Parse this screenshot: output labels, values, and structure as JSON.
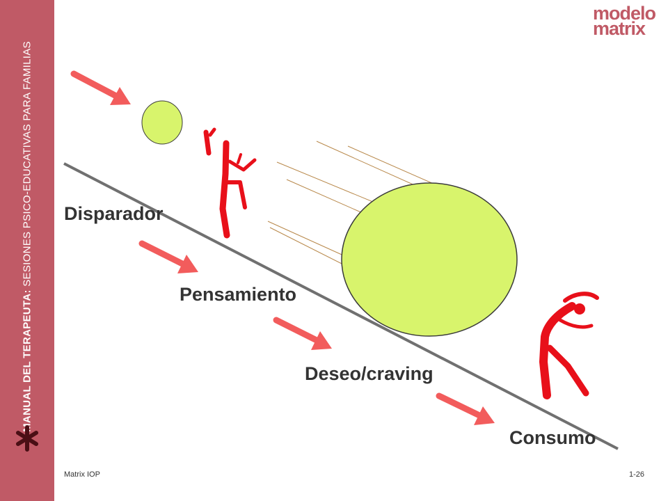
{
  "sidebar": {
    "title_bold": "MANUAL DEL TERAPEUTA:",
    "title_rest": " SESIONES PSICO-EDUCATIVAS PARA FAMILIAS",
    "asterisk_icon": "asterisk-icon",
    "color": "#c05a66"
  },
  "logo": {
    "line1": "modelo",
    "line2": "matrix",
    "color": "#c05a66"
  },
  "steps": [
    {
      "label": "Disparador"
    },
    {
      "label": "Pensamiento"
    },
    {
      "label": "Deseo/craving"
    },
    {
      "label": "Consumo"
    }
  ],
  "colors": {
    "arrow": "#f25c5c",
    "ball": "#d8f46c",
    "figure": "#e8101a",
    "slope": "#707070",
    "motion_lines": "#b8884a"
  },
  "footer": {
    "left": "Matrix IOP",
    "right": "1-26"
  }
}
